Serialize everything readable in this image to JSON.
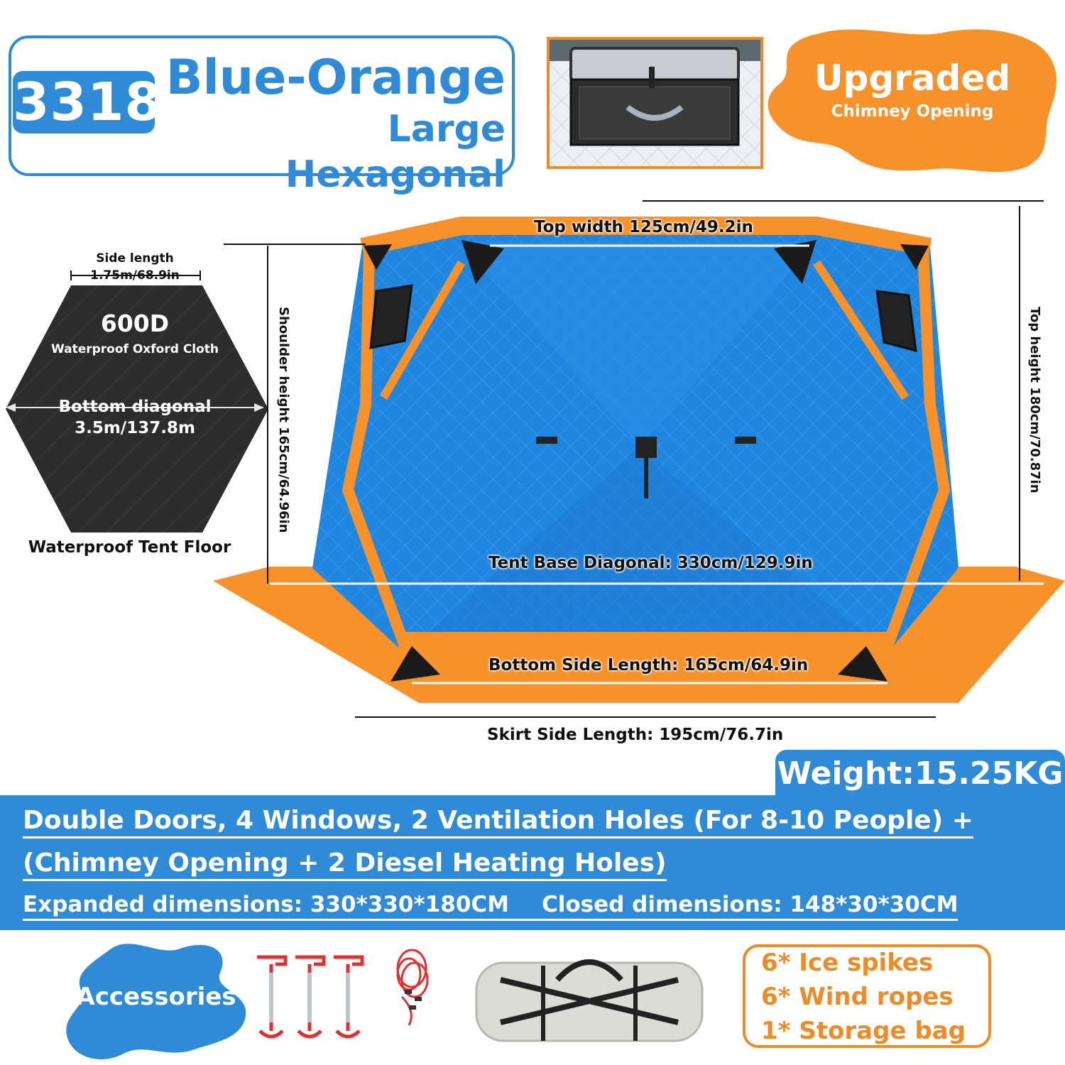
{
  "header": {
    "model": "3318",
    "title_line1": "Blue-Orange",
    "title_line2": "Large Hexagonal"
  },
  "upgraded": {
    "title": "Upgraded",
    "subtitle": "Chimney Opening"
  },
  "floor": {
    "side_label": "Side length",
    "side_value": "1.75m/68.9in",
    "material": "600D",
    "material_desc": "Waterproof Oxford Cloth",
    "diag_label": "Bottom diagonal",
    "diag_value": "3.5m/137.8m",
    "caption": "Waterproof Tent Floor"
  },
  "dimensions": {
    "top_width": "Top width 125cm/49.2in",
    "shoulder_height": "Shoulder height 165cm/64.96in",
    "top_height": "Top height 180cm/70.87in",
    "base_diagonal": "Tent Base Diagonal: 330cm/129.9in",
    "bottom_side": "Bottom Side Length: 165cm/64.9in",
    "skirt_side": "Skirt Side Length: 195cm/76.7in"
  },
  "specs": {
    "weight": "Weight:15.25KG",
    "line1": "Double Doors, 4 Windows, 2 Ventilation Holes (For 8-10 People) +",
    "line2": "(Chimney Opening + 2 Diesel Heating Holes)",
    "expanded": "Expanded dimensions: 330*330*180CM",
    "closed": "Closed dimensions: 148*30*30CM"
  },
  "accessories": {
    "label": "Accessories",
    "items": [
      "6* Ice spikes",
      "6* Wind ropes",
      "1* Storage bag"
    ]
  },
  "colors": {
    "blue": "#2f8ad8",
    "orange": "#f08a24",
    "tent_blue": "#1f86e0",
    "floor_black": "#2a2a2a"
  }
}
